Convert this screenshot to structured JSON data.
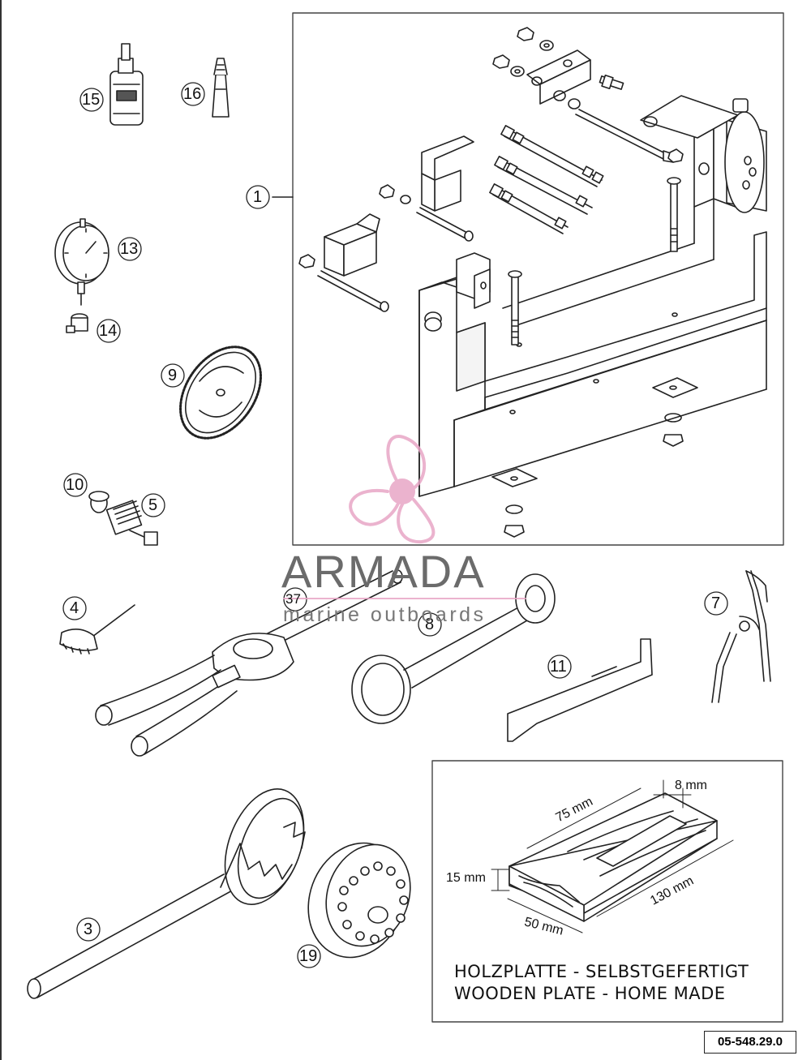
{
  "part_numbers": {
    "p1": "1",
    "p3": "3",
    "p4": "4",
    "p5": "5",
    "p7": "7",
    "p8": "8",
    "p9": "9",
    "p10": "10",
    "p11": "11",
    "p13": "13",
    "p14": "14",
    "p15": "15",
    "p16": "16",
    "p19": "19",
    "p37": "37"
  },
  "wooden_plate": {
    "dim_width": "75 mm",
    "dim_slot": "8 mm",
    "dim_height": "15 mm",
    "dim_length": "130 mm",
    "dim_depth": "50 mm",
    "caption_de": "HOLZPLATTE - SELBSTGEFERTIGT",
    "caption_en": "WOODEN PLATE - HOME MADE"
  },
  "watermark": {
    "title": "ARMADA",
    "subtitle": "marine outboards",
    "color": "#e8a6c6"
  },
  "reference_code": "05-548.29.0"
}
